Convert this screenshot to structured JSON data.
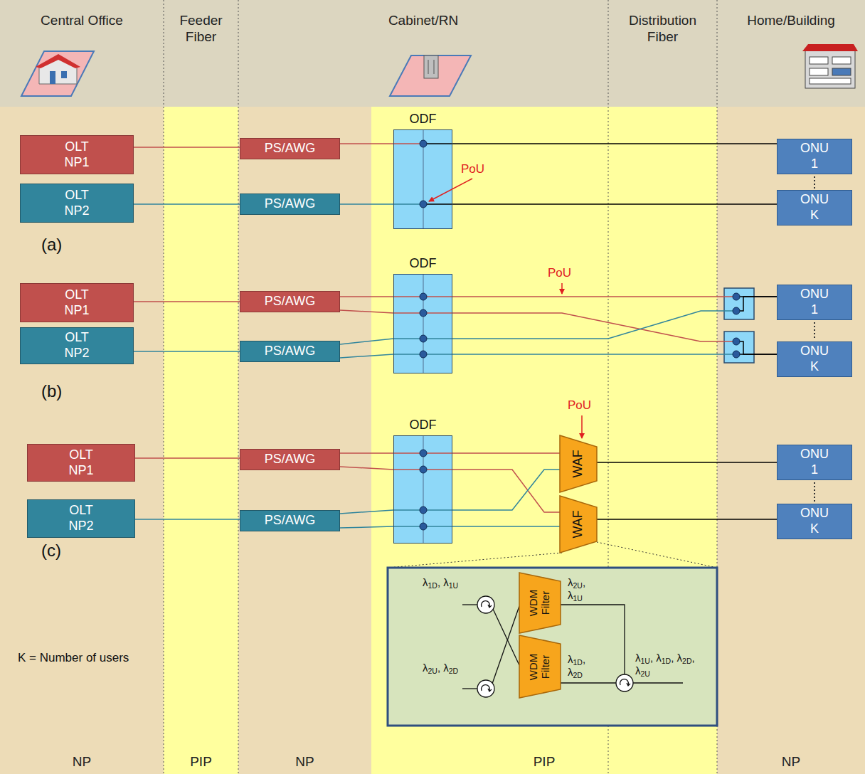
{
  "diagram": {
    "nodes": [
      {
        "text": [
          "OLT NP1"
        ]
      },
      {
        "text": [
          "OLT NP2"
        ]
      },
      {
        "text": [
          "PS/AWG"
        ]
      },
      {
        "text": [
          "PS/AWG"
        ]
      },
      {
        "text": [
          "ODF"
        ]
      },
      {
        "text": [
          "ONU 1"
        ]
      },
      {
        "text": [
          "ONU K"
        ]
      },
      {
        "text": [
          "OLT NP1"
        ]
      },
      {
        "text": [
          "OLT NP2"
        ]
      },
      {
        "text": [
          "PS/AWG"
        ]
      },
      {
        "text": [
          "PS/AWG"
        ]
      },
      {
        "text": [
          "ODF"
        ]
      },
      {
        "text": [
          "ONU 1"
        ]
      },
      {
        "text": [
          "ONU K"
        ]
      },
      {
        "text": [
          "OLT NP1"
        ]
      },
      {
        "text": [
          "OLT NP2"
        ]
      },
      {
        "text": [
          "PS/AWG"
        ]
      },
      {
        "text": [
          "PS/AWG"
        ]
      },
      {
        "text": [
          "ODF"
        ]
      },
      {
        "text": [
          "WAF"
        ]
      },
      {
        "text": [
          "WAF"
        ]
      },
      {
        "text": [
          "ONU 1"
        ]
      },
      {
        "text": [
          "ONU K"
        ]
      },
      {
        "text": [
          "WDM Filter"
        ]
      },
      {
        "text": [
          "WDM Filter"
        ]
      }
    ],
    "edges": [
      {
        "from": 0,
        "to": 2,
        "arrow": "none"
      },
      {
        "from": 2,
        "to": 4,
        "arrow": "none"
      },
      {
        "from": 4,
        "to": 5,
        "arrow": "none"
      },
      {
        "from": 1,
        "to": 3,
        "arrow": "none"
      },
      {
        "from": 3,
        "to": 4,
        "arrow": "none"
      },
      {
        "from": 4,
        "to": 6,
        "arrow": "none"
      },
      {
        "from": 7,
        "to": 9,
        "arrow": "none"
      },
      {
        "from": 9,
        "to": 11,
        "arrow": "none"
      },
      {
        "from": 9,
        "to": 11,
        "arrow": "none"
      },
      {
        "from": 8,
        "to": 10,
        "arrow": "none"
      },
      {
        "from": 10,
        "to": 11,
        "arrow": "none"
      },
      {
        "from": 10,
        "to": 11,
        "arrow": "none"
      },
      {
        "from": 11,
        "to": 12,
        "arrow": "none"
      },
      {
        "from": 11,
        "to": 13,
        "arrow": "none"
      },
      {
        "from": 11,
        "to": 12,
        "arrow": "none"
      },
      {
        "from": 11,
        "to": 13,
        "arrow": "none"
      },
      {
        "from": 14,
        "to": 16,
        "arrow": "none"
      },
      {
        "from": 16,
        "to": 18,
        "arrow": "none"
      },
      {
        "from": 16,
        "to": 18,
        "arrow": "none"
      },
      {
        "from": 15,
        "to": 17,
        "arrow": "none"
      },
      {
        "from": 17,
        "to": 18,
        "arrow": "none"
      },
      {
        "from": 17,
        "to": 18,
        "arrow": "none"
      },
      {
        "from": 18,
        "to": 19,
        "arrow": "none"
      },
      {
        "from": 18,
        "to": 20,
        "arrow": "none"
      },
      {
        "from": 18,
        "to": 19,
        "arrow": "none"
      },
      {
        "from": 18,
        "to": 20,
        "arrow": "none"
      },
      {
        "from": 19,
        "to": 21,
        "arrow": "none"
      },
      {
        "from": 20,
        "to": 22,
        "arrow": "none"
      }
    ],
    "labels": [
      "Central Office",
      "Feeder Fiber",
      "Cabinet/RN",
      "Distribution Fiber",
      "Home/Building",
      "PoU",
      "(a)",
      "PoU",
      "(b)",
      "PoU",
      "(c)",
      "λ1D, λ1U",
      "λ2U, λ2D",
      "λ2U, λ1U",
      "λ1D, λ2D",
      "λ1U, λ1D, λ2D, λ2U",
      "K = Number of users",
      "NP",
      "PIP",
      "NP",
      "PIP",
      "NP"
    ]
  }
}
